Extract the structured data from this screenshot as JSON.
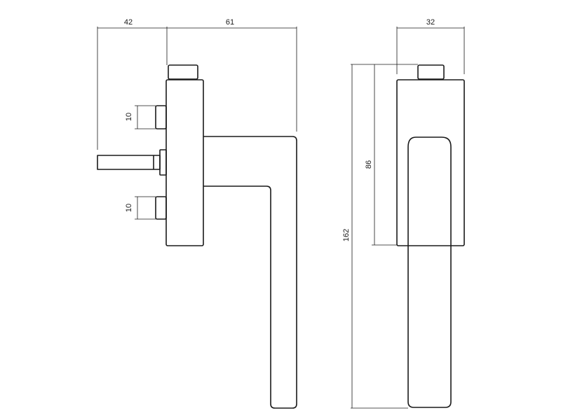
{
  "side_view": {
    "dim_left_width": "42",
    "dim_right_width": "61",
    "dim_upper_pin": "10",
    "dim_lower_pin": "10"
  },
  "front_view": {
    "dim_width": "32",
    "dim_spindle_height": "86",
    "dim_total_height": "162"
  }
}
